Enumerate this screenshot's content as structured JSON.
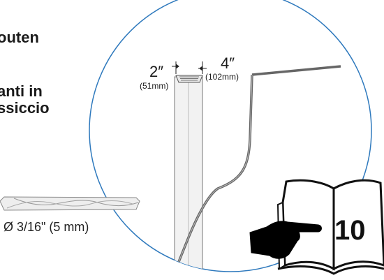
{
  "text_left": {
    "line1": "outen",
    "line2": "anti in",
    "line3": "ssiccio"
  },
  "dimensions": {
    "width1_in": "2″",
    "width1_mm": "(51mm)",
    "width2_in": "4″",
    "width2_mm": "(102mm)"
  },
  "drill": {
    "label": "Ø 3/16\" (5 mm)"
  },
  "manual": {
    "page_number": "10"
  },
  "colors": {
    "circle_stroke": "#2e79bd",
    "stud_fill": "#f2f2f2",
    "drywall_stroke": "#666666"
  },
  "icons": [
    "drill-bit-icon",
    "open-book-icon",
    "pointing-hand-icon"
  ]
}
